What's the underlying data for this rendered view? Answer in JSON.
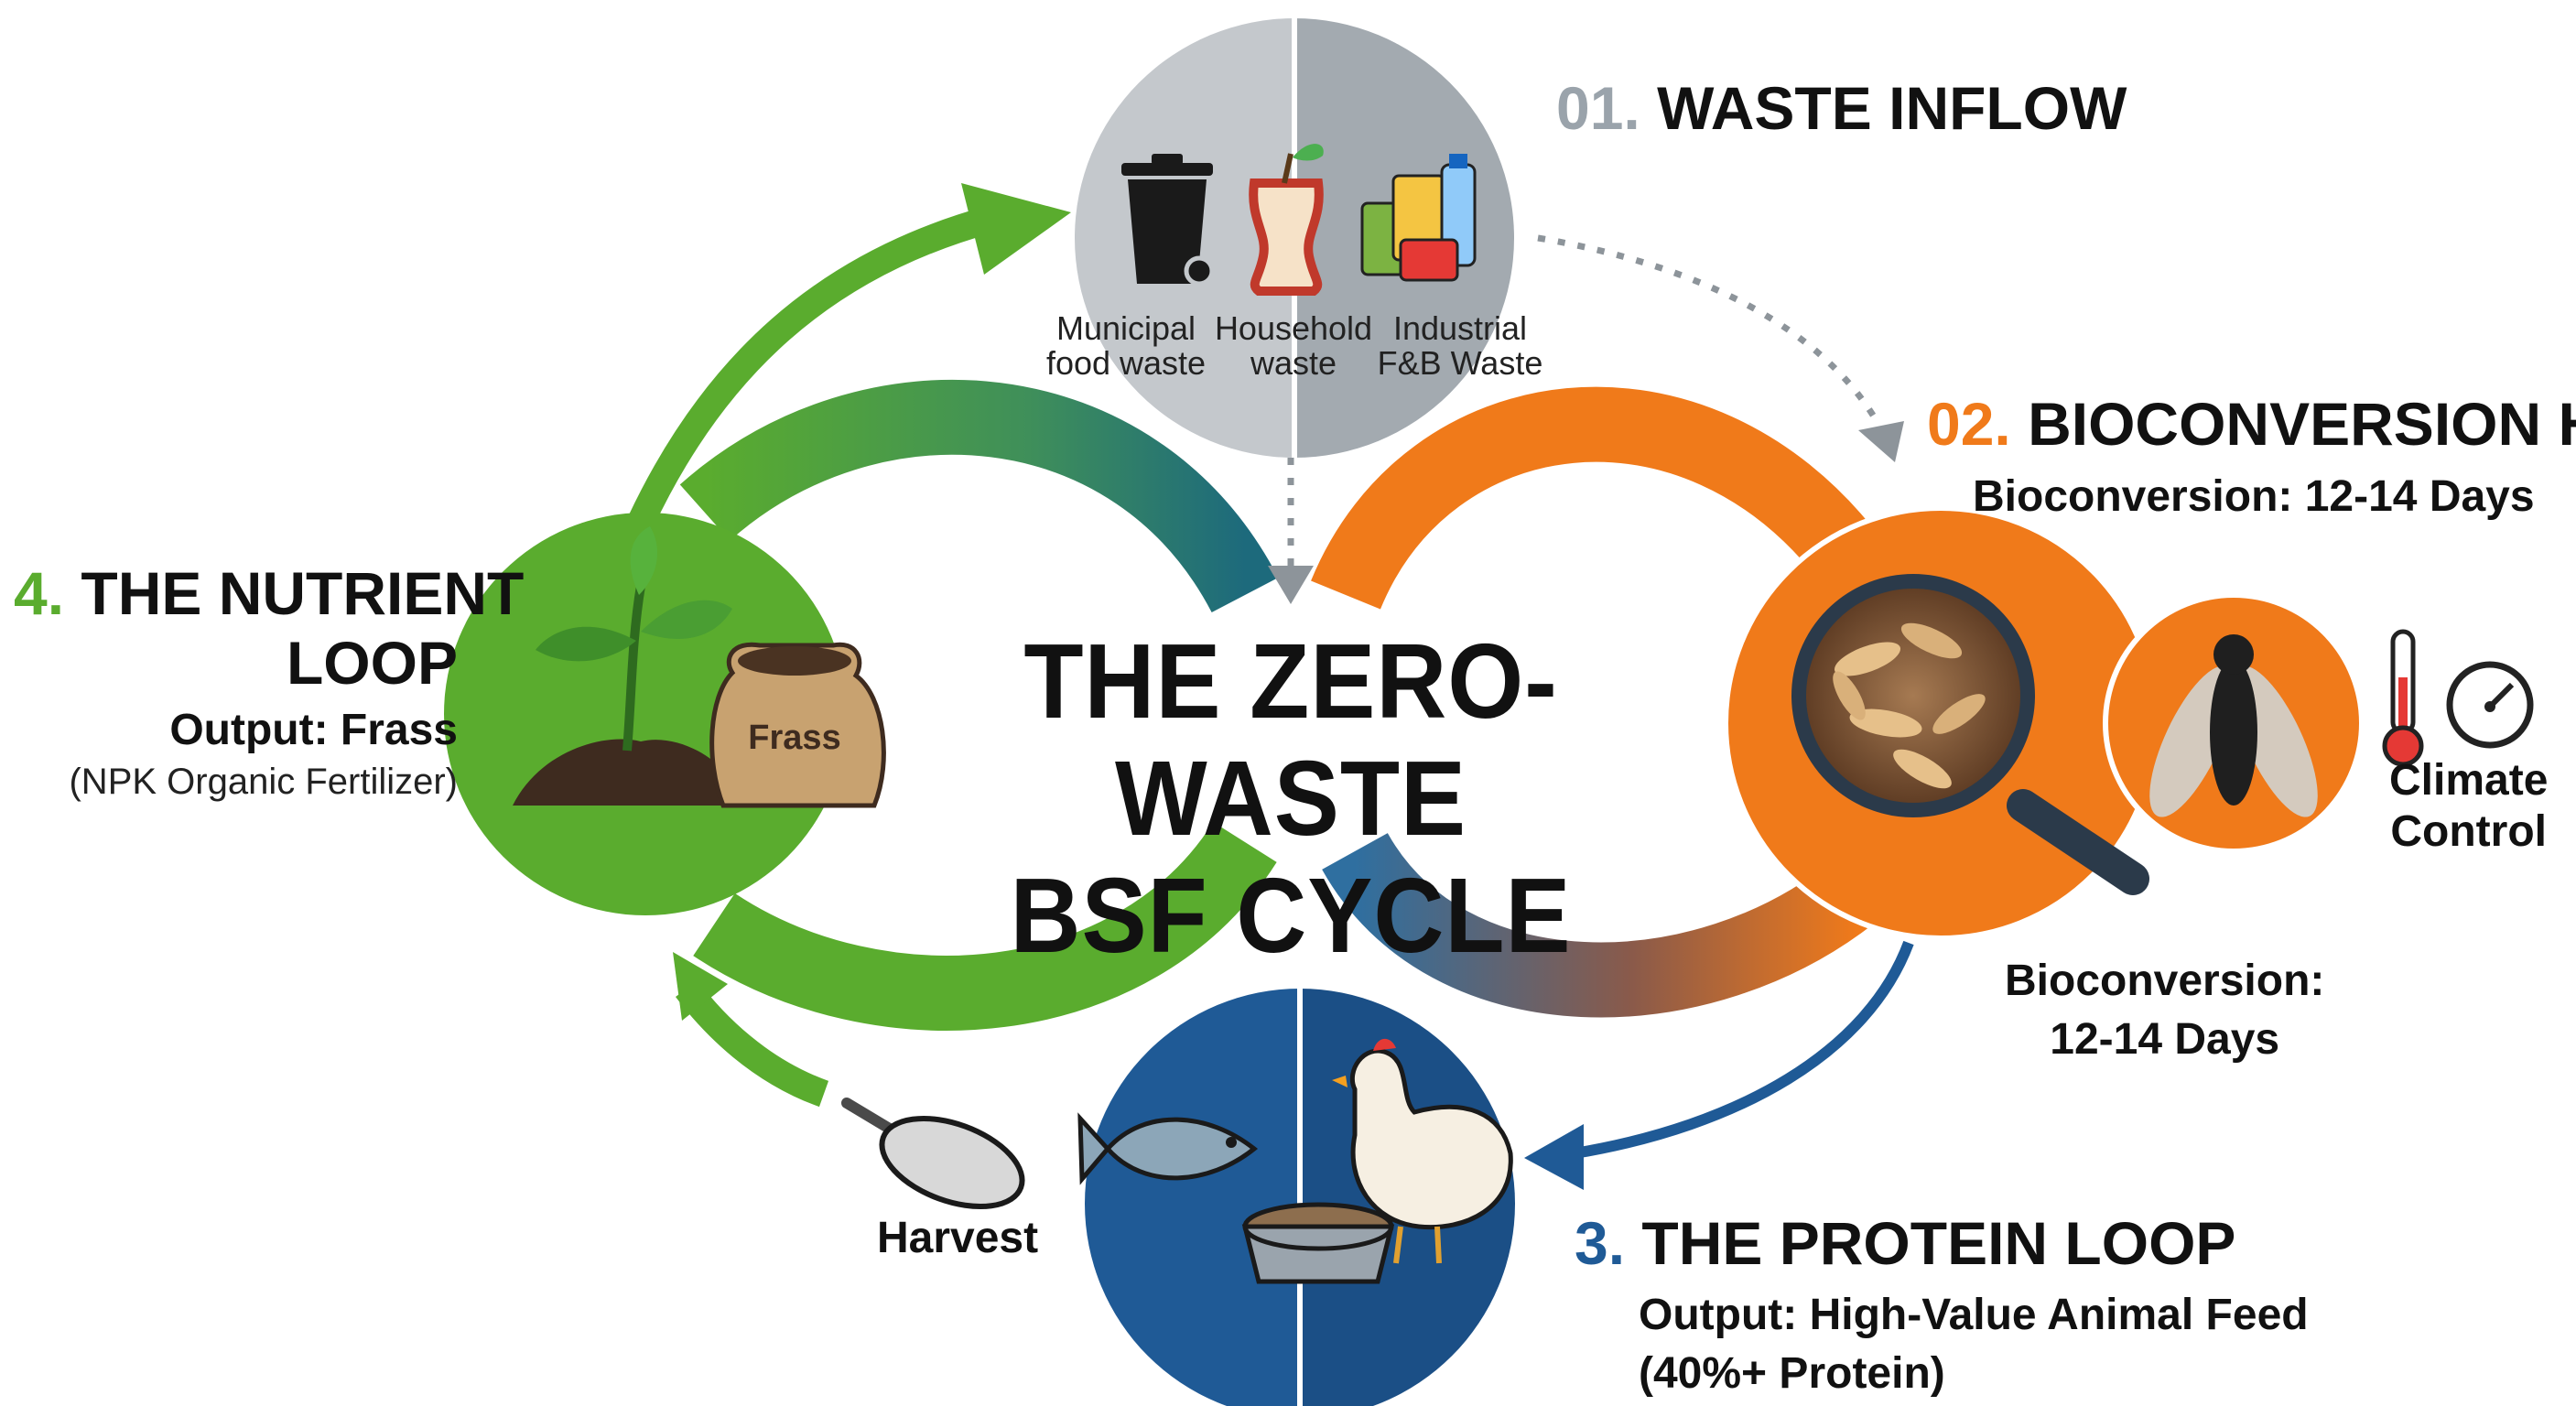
{
  "title": {
    "line1": "THE ZERO-WASTE",
    "line2": "BSF CYCLE"
  },
  "step1": {
    "number": "01.",
    "heading": "WASTE INFLOW",
    "number_color": "#9aa3ab"
  },
  "waste_sources": [
    {
      "line1": "Municipal",
      "line2": "food waste",
      "icon": "trash-bin-icon"
    },
    {
      "line1": "Household",
      "line2": "waste",
      "icon": "apple-core-icon"
    },
    {
      "line1": "Industrial",
      "line2": "F&B Waste",
      "icon": "cans-bottles-icon"
    }
  ],
  "step2": {
    "number": "02.",
    "heading": "BIOCONVERSION HUB",
    "subtitle": "Bioconversion: 12-14 Days",
    "number_color": "#f07a1a",
    "climate_line1": "Climate",
    "climate_line2": "Control"
  },
  "bioconversion_note": {
    "line1": "Bioconversion:",
    "line2": "12-14 Days"
  },
  "step3": {
    "number": "3.",
    "heading": "THE PROTEIN LOOP",
    "output_line1": "Output: High-Value Animal Feed",
    "output_line2": "(40%+ Protein)",
    "number_color": "#1f5a96"
  },
  "step4": {
    "number": "4.",
    "heading_line1": "THE NUTRIENT",
    "heading_line2": "LOOP",
    "output": "Output: Frass",
    "detail": "(NPK Organic Fertilizer)",
    "number_color": "#5aac2e",
    "bag_label": "Frass"
  },
  "harvest_label": "Harvest",
  "colors": {
    "green": "#5aac2e",
    "orange": "#f07a1a",
    "blue": "#1f5a96",
    "gray": "#b9bfc5"
  }
}
